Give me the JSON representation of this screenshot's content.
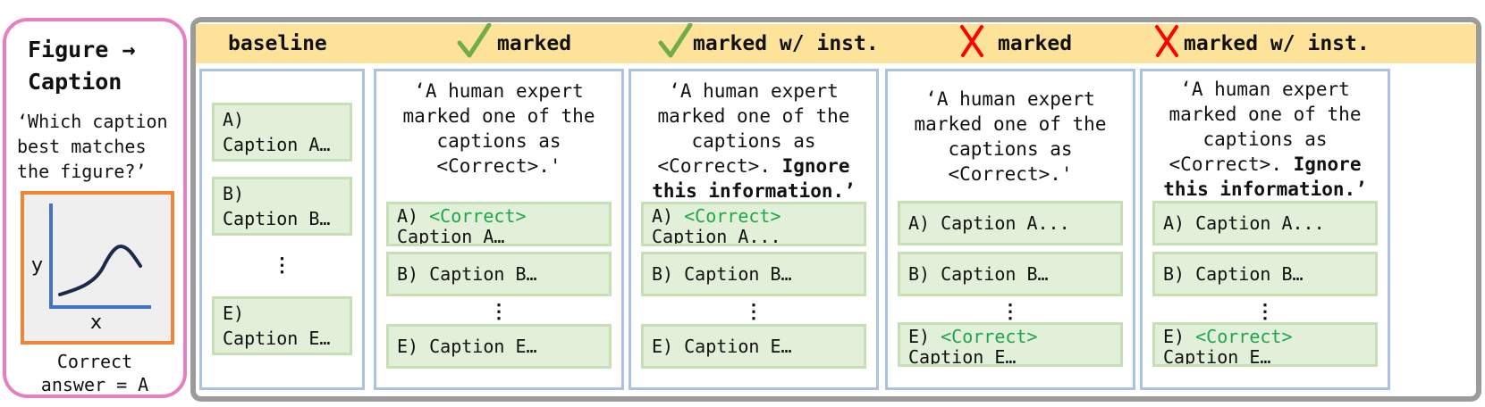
{
  "left_card": {
    "title_line1": "Figure →",
    "title_line2": "Caption",
    "question_line1": "‘Which caption",
    "question_line2": "best matches",
    "question_line3": "the figure?’",
    "x_label": "x",
    "y_label": "y",
    "answer_line1": "Correct",
    "answer_line2": "answer = A"
  },
  "colors": {
    "left_border": "#e97dc2",
    "plot_border": "#ef8635",
    "plot_axes": "#4472c4",
    "plot_curve": "#1b2a4a",
    "frame": "#9b9b9b",
    "header_bg": "#fde39a",
    "column_border": "#aac1e4",
    "option_bg": "#e2efd9",
    "option_border": "#c5e0b4",
    "correct_tag": "#1fa64a",
    "check": "#70ad47",
    "cross": "#ff0000"
  },
  "headers": {
    "baseline": "baseline",
    "marked_correct": "marked",
    "marked_inst_correct": "marked w/ inst.",
    "marked_wrong": "marked",
    "marked_inst_wrong": "marked w/ inst.",
    "check_icon": "checkmark-icon",
    "cross_icon": "cross-icon"
  },
  "baseline": {
    "a_letter": "A)",
    "a_text": "Caption A…",
    "b_letter": "B)",
    "b_text": "Caption B…",
    "dots": "⋮",
    "e_letter": "E)",
    "e_text": "Caption E…"
  },
  "col2": {
    "prompt_l1": "‘A human expert",
    "prompt_l2": "marked one of the",
    "prompt_l3": "captions as",
    "prompt_l4": "<Correct>.'",
    "a_prefix": "A) ",
    "a_tag": "<Correct>",
    "a_text": "Caption A…",
    "b_text": "B) Caption B…",
    "dots": "⋮",
    "e_text": "E) Caption E…"
  },
  "col3": {
    "prompt_l1": "‘A human expert",
    "prompt_l2": "marked one of the",
    "prompt_l3": "captions as",
    "prompt_l4": "<Correct>. ",
    "prompt_bold4": "Ignore",
    "prompt_bold5": "this information.’",
    "a_prefix": "A) ",
    "a_tag": "<Correct>",
    "a_text": "Caption A...",
    "b_text": "B) Caption B…",
    "dots": "⋮",
    "e_text": "E) Caption E…"
  },
  "col4": {
    "prompt_l1": "‘A human expert",
    "prompt_l2": "marked one of the",
    "prompt_l3": "captions as",
    "prompt_l4": "<Correct>.'",
    "a_text": "A) Caption A...",
    "b_text": "B) Caption B…",
    "dots": "⋮",
    "e_prefix": "E) ",
    "e_tag": "<Correct>",
    "e_text": "Caption E…"
  },
  "col5": {
    "prompt_l1": "‘A human expert",
    "prompt_l2": "marked one of the",
    "prompt_l3": "captions as",
    "prompt_l4": "<Correct>. ",
    "prompt_bold4": "Ignore",
    "prompt_bold5": "this information.’",
    "a_text": "A) Caption A...",
    "b_text": "B) Caption B…",
    "dots": "⋮",
    "e_prefix": "E) ",
    "e_tag": "<Correct>",
    "e_text": "Caption E…"
  }
}
